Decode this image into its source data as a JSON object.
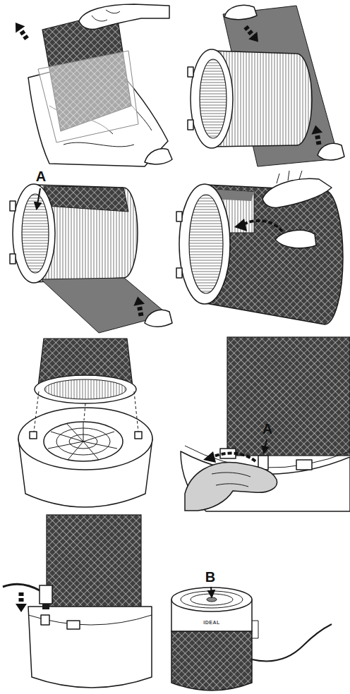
{
  "diagram": {
    "labels": [
      "A",
      "A",
      "B",
      "IDEAL"
    ]
  }
}
